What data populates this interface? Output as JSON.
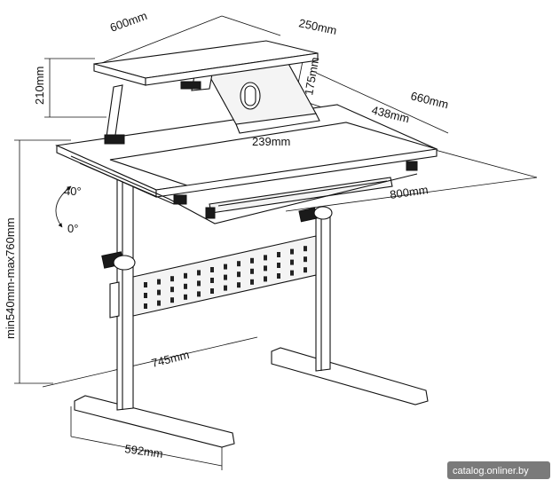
{
  "dimensions": {
    "shelf_width": "600mm",
    "shelf_depth": "250mm",
    "shelf_height": "210mm",
    "book_holder_height": "175mm",
    "book_holder_width": "239mm",
    "desk_depth": "660mm",
    "tilt_panel_depth": "438mm",
    "desk_width": "800mm",
    "tilt_max": "40°",
    "tilt_min": "0°",
    "height_range": "min540mm-max760mm",
    "foot_spacing": "745mm",
    "foot_length": "592mm"
  },
  "watermark": "catalog.onliner.by"
}
